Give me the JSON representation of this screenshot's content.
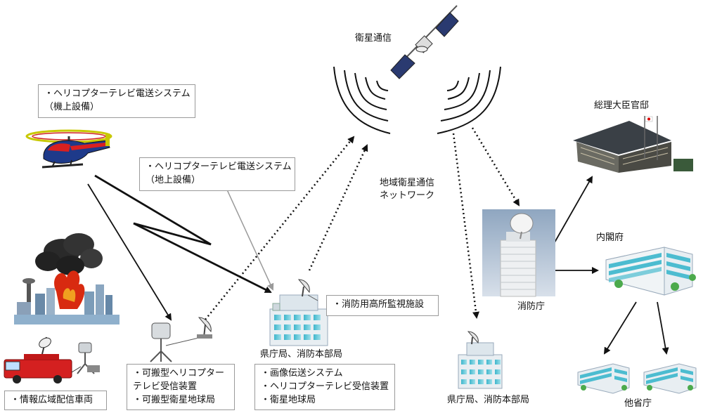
{
  "labels": {
    "satellite": "衛星通信",
    "regional_network_1": "地域衛星通信",
    "regional_network_2": "ネットワーク",
    "pm_residence": "総理大臣官邸",
    "cabinet_office": "内閣府",
    "fdma": "消防庁",
    "prefecture_hq_center": "県庁局、消防本部局",
    "prefecture_hq_right": "県庁局、消防本部局",
    "other_ministries": "他省庁"
  },
  "boxes": {
    "heli_onboard": {
      "line1": "・ヘリコプターテレビ電送システム",
      "line2": "（機上設備）"
    },
    "heli_ground": {
      "line1": "・ヘリコプターテレビ電送システム",
      "line2": "（地上設備）"
    },
    "high_monitoring": {
      "line1": "・消防用高所監視施設"
    },
    "portable_receiver": {
      "line1": "・可搬型ヘリコプター",
      "line2": "テレビ受信装置",
      "line3": "・可搬型衛星地球局"
    },
    "image_transmission": {
      "line1": "・画像伝送システム",
      "line2": "・ヘリコプターテレビ受信装置",
      "line3": "・衛星地球局"
    },
    "info_vehicle": {
      "line1": "・情報広域配信車両"
    }
  },
  "colors": {
    "helicopter_body": "#1e3a8a",
    "helicopter_accent": "#d92020",
    "rotor": "#c8c800",
    "fire": "#d82a10",
    "smoke": "#2a2a2a",
    "fire_truck": "#d42020",
    "building_glass": "#60c8d8",
    "building_wall": "#e8eef2",
    "fdma_sky": "#aabccf",
    "pm_residence_dark": "#2a3036",
    "arrow": "#111111",
    "pointer": "#9a9a9a"
  },
  "icons": [
    "satellite-icon",
    "helicopter-icon",
    "fire-city-icon",
    "fire-truck-icon",
    "portable-antenna-icon",
    "building-icon",
    "dish-antenna-icon"
  ]
}
